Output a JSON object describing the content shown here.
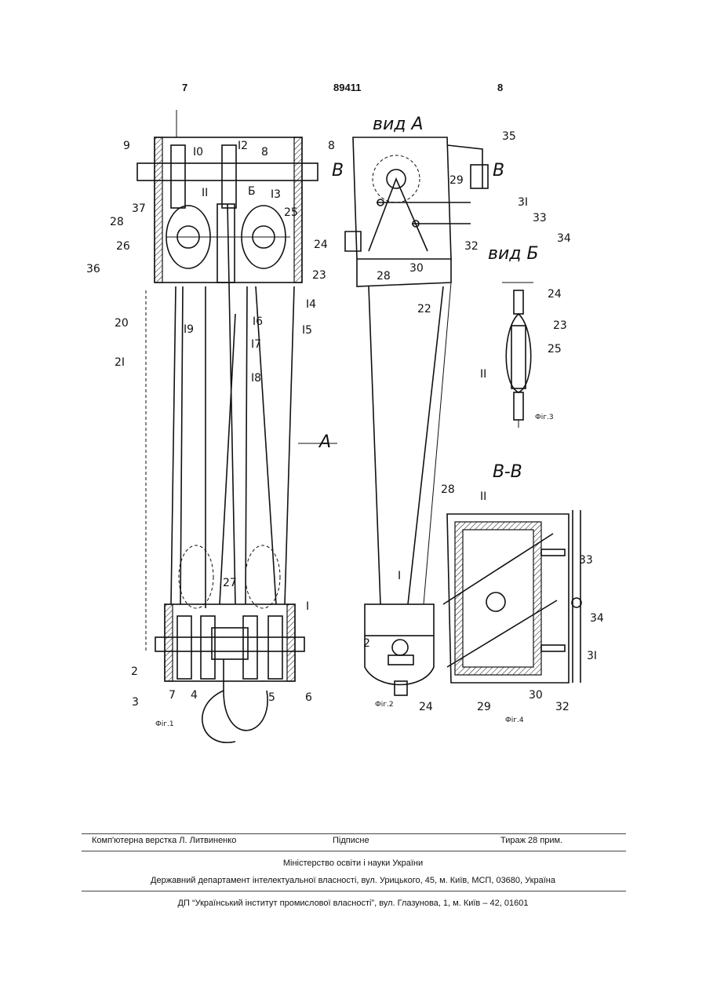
{
  "header": {
    "page_left": "7",
    "patent_number": "89411",
    "page_right": "8"
  },
  "figures": {
    "fig1": {
      "caption": "Фіг.1",
      "labels": [
        "9",
        "I0",
        "I2",
        "8",
        "II",
        "Б",
        "I3",
        "37",
        "28",
        "25",
        "26",
        "23",
        "36",
        "I4",
        "20",
        "I6",
        "I9",
        "I5",
        "I7",
        "2I",
        "I8",
        "A",
        "27",
        "I",
        "2",
        "3",
        "7",
        "4",
        "5",
        "6"
      ]
    },
    "fig2": {
      "caption": "Фіг.2",
      "view_title": "вид A",
      "labels": [
        "8",
        "35",
        "B",
        "B",
        "29",
        "3I",
        "33",
        "24",
        "32",
        "34",
        "28",
        "30",
        "22",
        "I",
        "2"
      ]
    },
    "fig3": {
      "caption": "Фіг.3",
      "view_title": "вид Б",
      "labels": [
        "24",
        "23",
        "25",
        "II"
      ]
    },
    "fig4": {
      "caption": "Фіг.4",
      "view_title": "B-B",
      "labels": [
        "28",
        "II",
        "33",
        "34",
        "3I",
        "24",
        "29",
        "30",
        "32"
      ]
    }
  },
  "footer": {
    "layout_credit": "Комп'ютерна верстка Л. Литвиненко",
    "signed": "Підписне",
    "circulation": "Тираж 28 прим.",
    "ministry": "Міністерство освіти і науки України",
    "department": "Державний департамент інтелектуальної власності, вул. Урицького, 45, м. Київ, МСП, 03680, Україна",
    "institute": "ДП “Український інститут промислової власності”, вул. Глазунова, 1, м. Київ – 42, 01601"
  }
}
